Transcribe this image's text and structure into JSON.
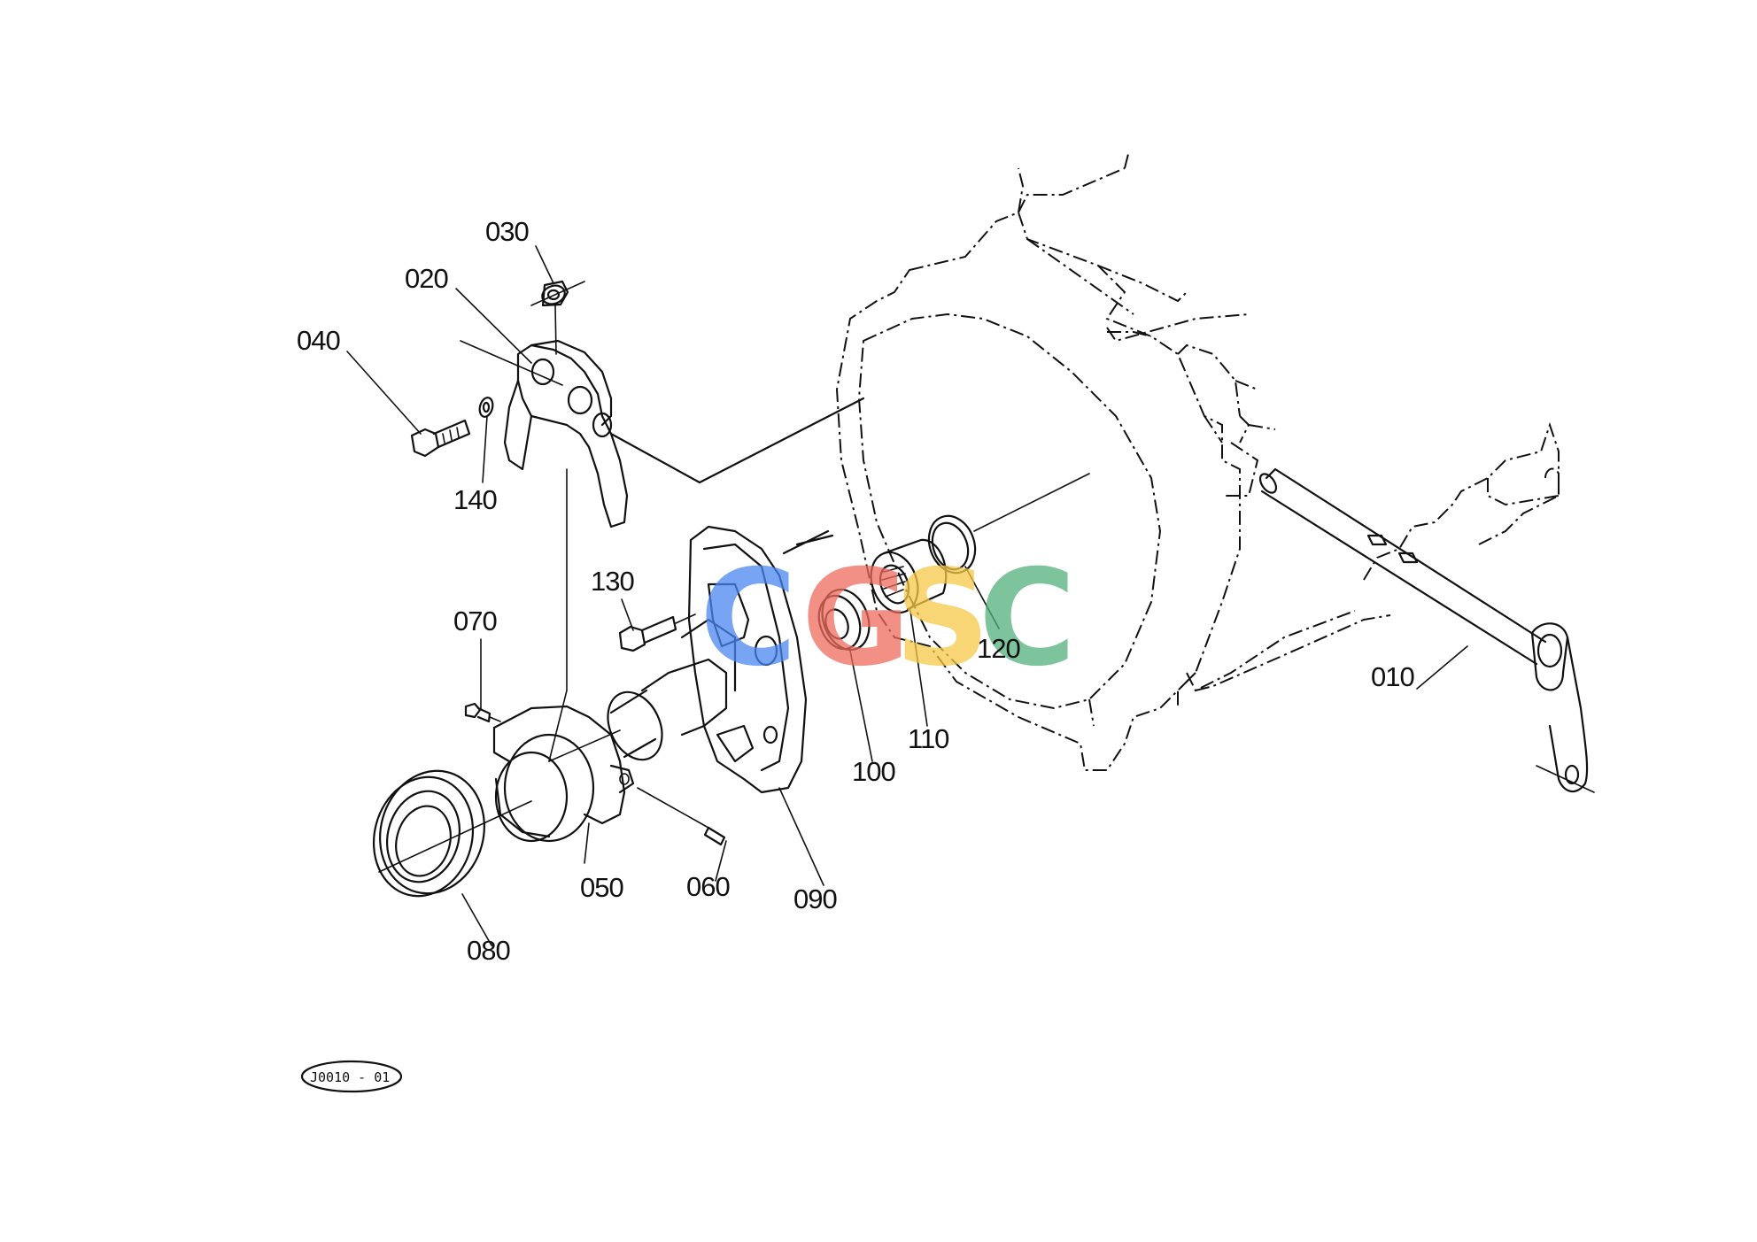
{
  "diagram": {
    "parts": [
      {
        "id": "010",
        "label": "010"
      },
      {
        "id": "020",
        "label": "020"
      },
      {
        "id": "030",
        "label": "030"
      },
      {
        "id": "040",
        "label": "040"
      },
      {
        "id": "050",
        "label": "050"
      },
      {
        "id": "060",
        "label": "060"
      },
      {
        "id": "070",
        "label": "070"
      },
      {
        "id": "080",
        "label": "080"
      },
      {
        "id": "090",
        "label": "090"
      },
      {
        "id": "100",
        "label": "100"
      },
      {
        "id": "110",
        "label": "110"
      },
      {
        "id": "120",
        "label": "120"
      },
      {
        "id": "130",
        "label": "130"
      },
      {
        "id": "140",
        "label": "140"
      }
    ],
    "reference_code": "J0010 - 01"
  },
  "watermark": {
    "letters": [
      "C",
      "G",
      "S",
      "C"
    ],
    "colors": [
      "#4a86f0",
      "#ef6b5e",
      "#f7c948",
      "#52b07a"
    ]
  }
}
